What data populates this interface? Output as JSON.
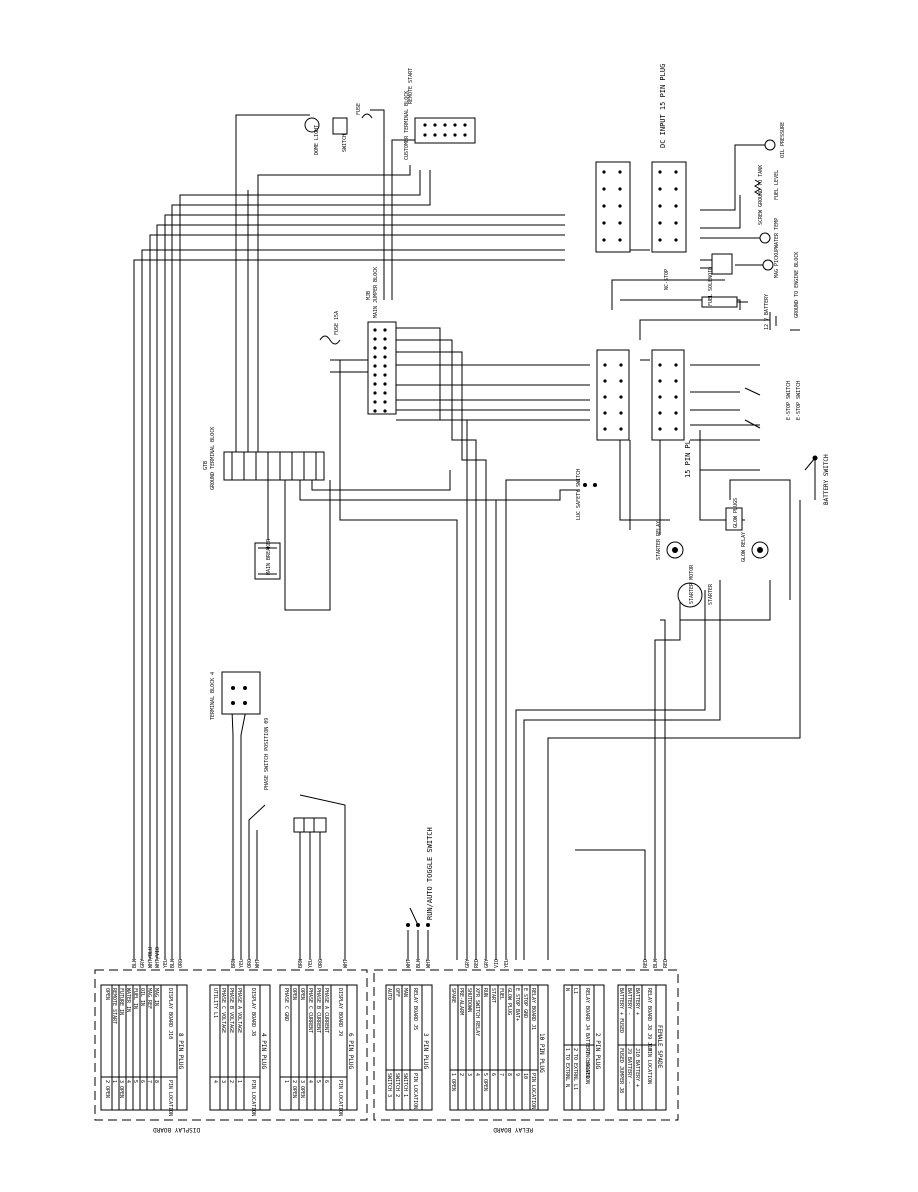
{
  "display_board": {
    "title": "DISPLAY BOARD",
    "plug8": {
      "title": "8 PIN PLUG",
      "header": [
        "DISPLAY BOARD J10",
        "PIN LOCATION"
      ],
      "rows": [
        [
          "MAG IN",
          "8"
        ],
        [
          "MAG REF",
          "7"
        ],
        [
          "OIL IN",
          "6"
        ],
        [
          "FUEL IN",
          "5"
        ],
        [
          "WATER IN",
          "4"
        ],
        [
          "FUTURE IN",
          "3 OPEN"
        ],
        [
          "REMOTE START",
          "1"
        ],
        [
          "OPEN",
          "2 OPEN"
        ]
      ],
      "wires": [
        "BLK",
        "GRY",
        "WHT/BLU",
        "WHT/VIO",
        "YEL",
        "BLK",
        "ORG"
      ]
    },
    "plug4": {
      "title": "4 PIN PLUG",
      "header": [
        "DISPLAY BOARD J8",
        "PIN LOCATION"
      ],
      "rows": [
        [
          "PHASE A VOLTAGE",
          "1"
        ],
        [
          "PHASE B VOLTAGE",
          "2"
        ],
        [
          "PHASE C VOLTAGE",
          "3"
        ],
        [
          "UTILITY L1",
          "4"
        ]
      ],
      "wires": [
        "BRN",
        "YEL",
        "ORG",
        "WHT"
      ]
    },
    "plug6": {
      "title": "6 PIN PLUG",
      "header": [
        "DISPLAY BOARD J9",
        "PIN LOCATION"
      ],
      "rows": [
        [
          "PHASE A CURRENT",
          "6"
        ],
        [
          "PHASE B CURRENT",
          "5"
        ],
        [
          "PHASE C CURRENT",
          "4"
        ],
        [
          "OPEN",
          "3 OPEN"
        ],
        [
          "OPEN",
          "2 OPEN"
        ],
        [
          "PHASE C GND",
          "1"
        ]
      ],
      "wires": [
        "BRN",
        "YEL",
        "ORG",
        "WHT"
      ]
    }
  },
  "relay_board": {
    "title": "RELAY BOARD",
    "plug3": {
      "title": "3 PIN PLUG",
      "header": [
        "RELAY BOARD J5",
        "PIN LOCATION"
      ],
      "rows": [
        [
          "MAN",
          "SWITCH 1"
        ],
        [
          "OFF",
          "SWITCH 2"
        ],
        [
          "AUTO",
          "SWITCH 3"
        ]
      ],
      "wires": [
        "WHT",
        "BLK",
        "WHT"
      ]
    },
    "plug10": {
      "title": "10 PIN PLUG",
      "header": [
        "RELAY BOARD J1",
        "PIN LOCATION"
      ],
      "rows": [
        [
          "E STOP GND",
          "10"
        ],
        [
          "E STOP BAT+",
          "9"
        ],
        [
          "GLOW PLUG",
          "8"
        ],
        [
          "FUEL",
          "7"
        ],
        [
          "START",
          "6"
        ],
        [
          "RUN",
          "5 OPEN"
        ],
        [
          "XFR SWITCH RELAY",
          "4"
        ],
        [
          "SHUTDOWN",
          "3"
        ],
        [
          "PRE-ALARM",
          "2"
        ],
        [
          "SPARE",
          "1 OPEN"
        ]
      ],
      "wires": [
        "GRY",
        "RED",
        "GRY",
        "VIO",
        "YEL"
      ]
    },
    "plug2": {
      "title": "2 PIN PLUG",
      "header": [
        "RELAY BOARD J4 BATTERY CHARGER",
        "PIN LOCATION"
      ],
      "rows": [
        [
          "L1",
          "2 TO EXTRNL L1"
        ],
        [
          "N",
          "1 TO EXTRNL N"
        ]
      ]
    },
    "spade": {
      "title": "FEMALE SPADE",
      "header": [
        "RELAY BOARD J8 J9 J10",
        "PIN LOCATION"
      ],
      "rows": [
        [
          "BATTERY +",
          "J10 BATTERY +"
        ],
        [
          "BATTERY -",
          "J9 BATTERY -"
        ],
        [
          "BATTERY + FUSED",
          "FUSED JUMPER J8"
        ]
      ],
      "wires": [
        "RED",
        "BLK",
        "RED"
      ]
    }
  },
  "labels": {
    "run_toggle": "RUN/AUTO TOGGLE SWITCH",
    "phase_switch": "PHASE SWITCH POSITION 09",
    "terminal_block4": "TERMINAL BLOCK 4",
    "ground_block": "GROUND TERMINAL BLOCK",
    "ground_block_id": "GTB",
    "main_breaker": "MAIN BREAKER",
    "main_jumper": "MAIN JUMPER BLOCK",
    "main_jumper_id": "MJB",
    "fuse15a": "FUSE 15A",
    "starter_relay": "STARTER RELAY",
    "starter": "STARTER",
    "starter_motor": "STARTER MOTOR",
    "glow_relay": "GLOW RELAY",
    "glow_plugs": "GLOW PLUGS",
    "battery_switch": "BATTERY SWITCH",
    "battery": "12 V BATTERY",
    "ground_engine": "GROUND TO ENGINE BLOCK",
    "estop": "E-STOP SWITCH",
    "estop2": "E-STOP SWITCH",
    "lic_switch": "LUC SAFETY SWITCH",
    "pl15": "15 PIN PL",
    "dc_input": "DC INPUT 15 PIN PLUG",
    "oil_pressure": "OIL PRESSURE",
    "fuel_level": "FUEL LEVEL",
    "screw_ground": "SCREW GROUND TO TANK",
    "water_temp": "WATER TEMP",
    "mag_pickup": "MAG PICKUP",
    "fuel_solenoid": "FUEL SOLENOID",
    "nc_stop": "NC-STOP",
    "customer_tb": "CUSTOMER TERMINAL BLOCK",
    "remote_start": "REMOTE START",
    "fuse": "FUSE",
    "switch": "SWITCH",
    "dome_light": "DOME LIGHT"
  }
}
